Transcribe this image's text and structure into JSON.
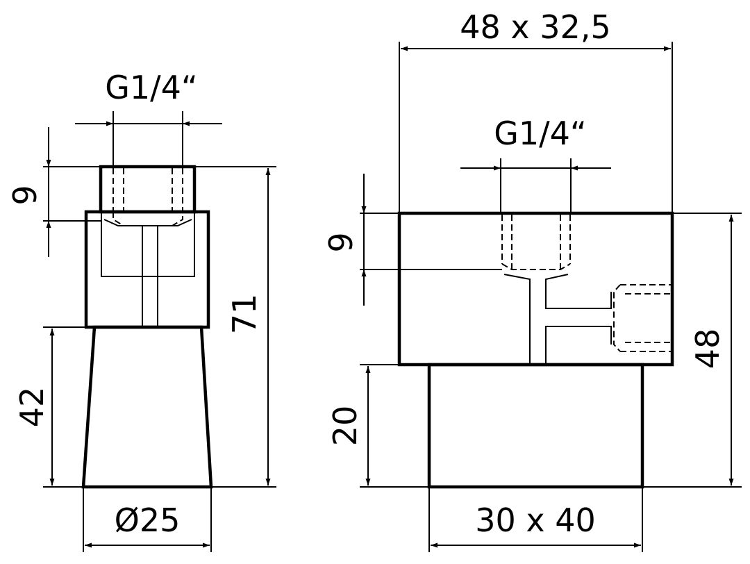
{
  "left_view": {
    "thread_label": "G1/4“",
    "thread_depth": "9",
    "total_height": "71",
    "base_height": "42",
    "base_diameter": "Ø25"
  },
  "right_view": {
    "overall_size": "48 x 32,5",
    "thread_label": "G1/4“",
    "thread_depth": "9",
    "block_height": "48",
    "base_height": "20",
    "base_size": "30 x 40"
  }
}
